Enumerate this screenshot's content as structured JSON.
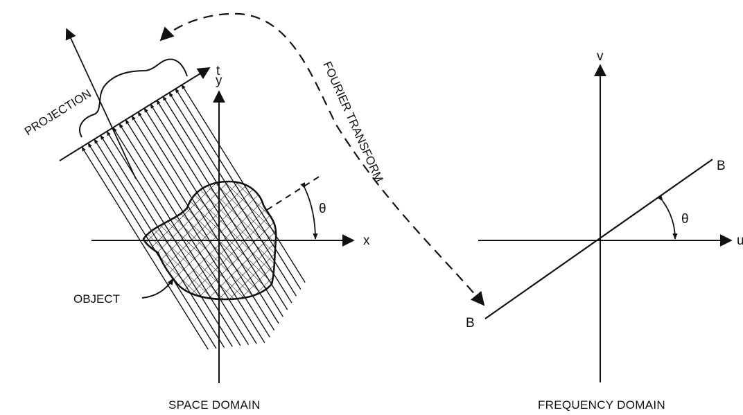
{
  "labels": {
    "projection": "PROJECTION",
    "t_axis": "t",
    "y_axis": "y",
    "x_axis": "x",
    "theta_space": "θ",
    "object": "OBJECT",
    "fourier_transform": "FOURIER TRANSFORM",
    "v_axis": "v",
    "u_axis": "u",
    "b_upper": "B",
    "b_lower": "B",
    "theta_freq": "θ",
    "space_domain": "SPACE DOMAIN",
    "frequency_domain": "FREQUENCY DOMAIN"
  },
  "colors": {
    "ink": "#111111",
    "background": "#ffffff"
  }
}
